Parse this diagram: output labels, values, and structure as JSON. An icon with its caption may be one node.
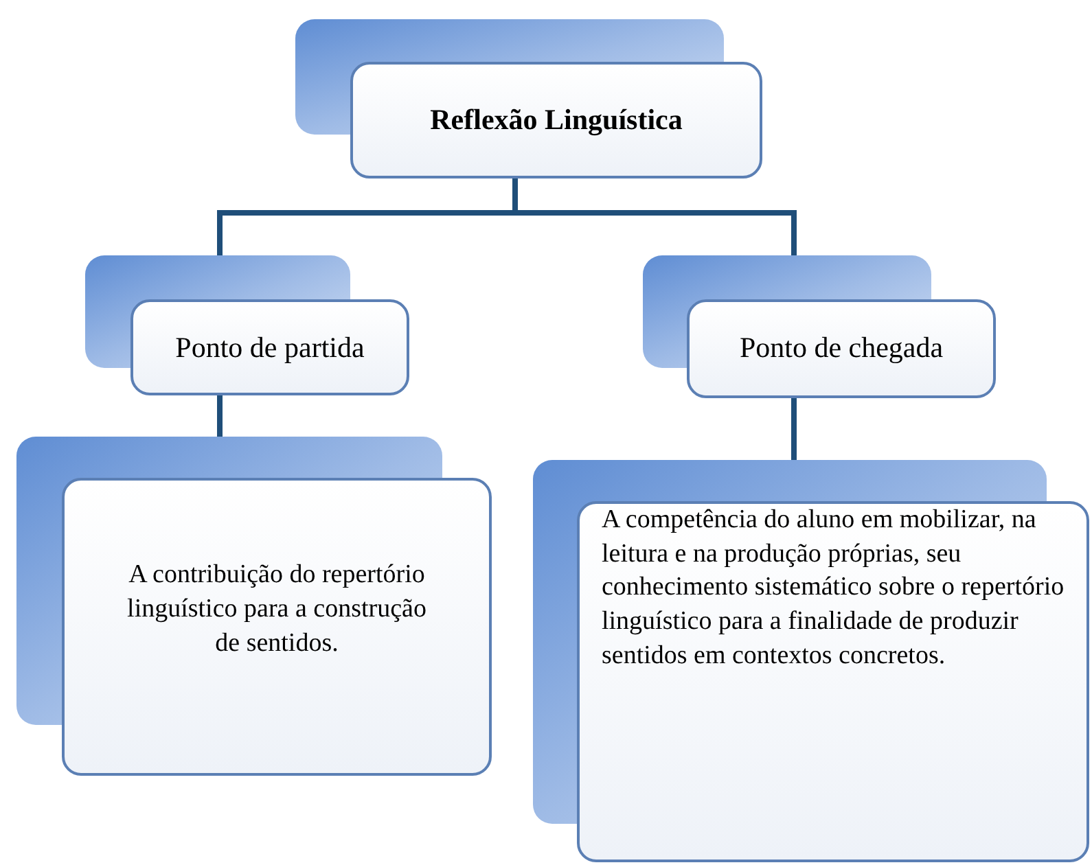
{
  "diagram": {
    "nodes": [
      {
        "text": [
          "Reflexão Linguística"
        ]
      },
      {
        "text": [
          "Ponto de partida"
        ]
      },
      {
        "text": [
          "Ponto de chegada"
        ]
      },
      {
        "text": [
          "A contribuição do repertório linguístico para a construção de sentidos."
        ]
      },
      {
        "text": [
          "A competência do aluno em mobilizar, na leitura e na produção próprias, seu conhecimento sistemático sobre o repertório linguístico para a finalidade de produzir sentidos em contextos concretos."
        ]
      }
    ],
    "edges": [
      {
        "from": 0,
        "to": 1,
        "arrow": "none"
      },
      {
        "from": 0,
        "to": 2,
        "arrow": "none"
      },
      {
        "from": 1,
        "to": 3,
        "arrow": "none"
      },
      {
        "from": 2,
        "to": 4,
        "arrow": "none"
      }
    ]
  }
}
